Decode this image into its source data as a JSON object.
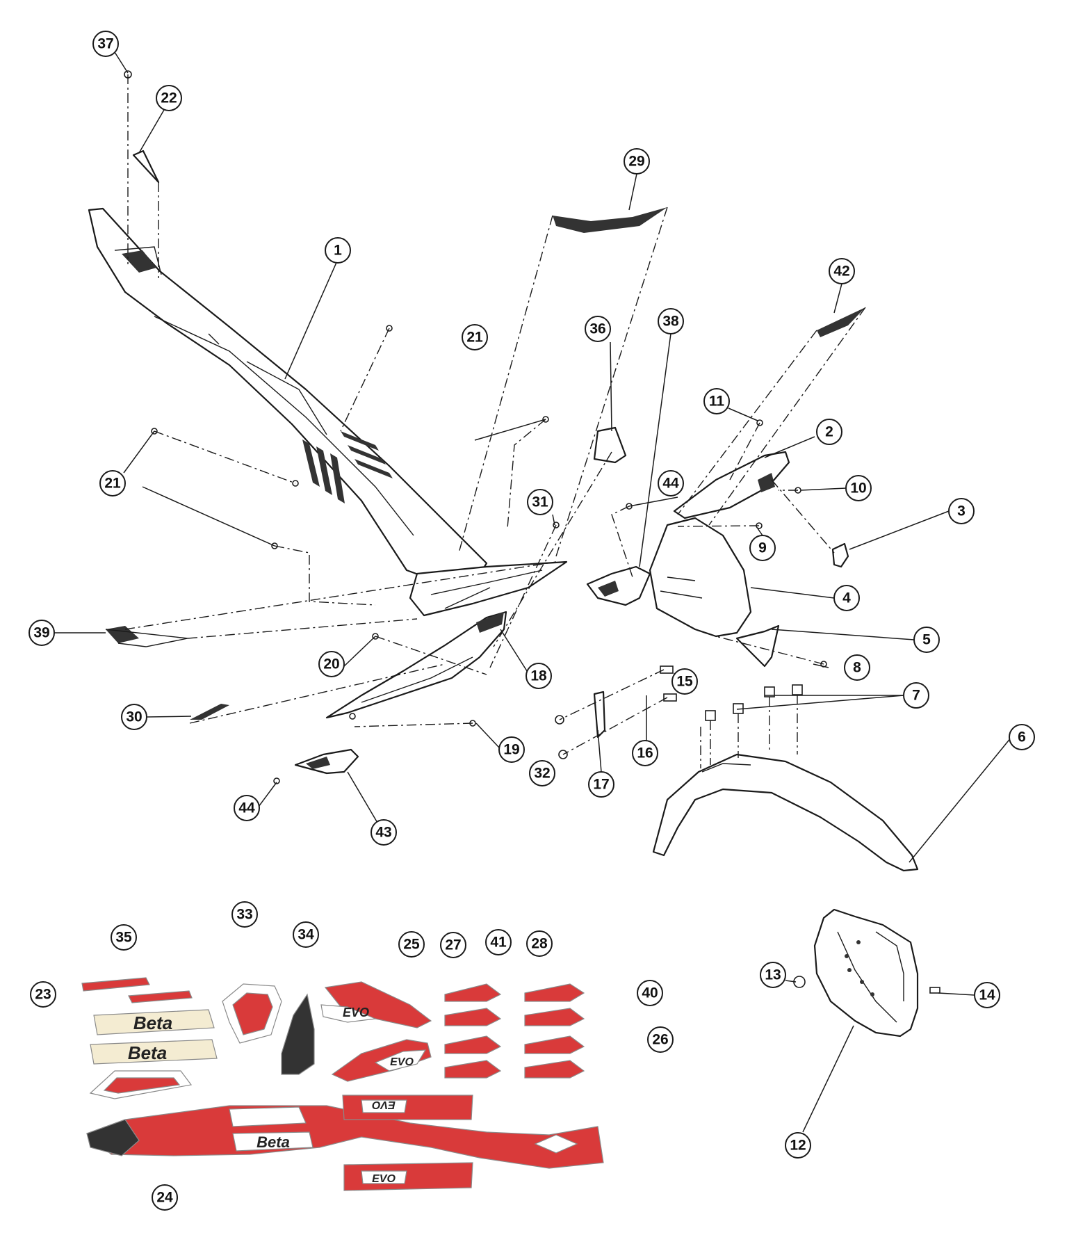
{
  "colors": {
    "decal_red": "#d93a3a",
    "decal_dark": "#333333",
    "decal_cream": "#f4ecd2",
    "line": "#1a1a1a"
  },
  "decal_text": {
    "beta": "Beta",
    "evo": "EVO"
  },
  "callouts": [
    {
      "id": "c1",
      "label": "1"
    },
    {
      "id": "c2",
      "label": "2"
    },
    {
      "id": "c3",
      "label": "3"
    },
    {
      "id": "c4",
      "label": "4"
    },
    {
      "id": "c5",
      "label": "5"
    },
    {
      "id": "c6",
      "label": "6"
    },
    {
      "id": "c7",
      "label": "7"
    },
    {
      "id": "c8",
      "label": "8"
    },
    {
      "id": "c9",
      "label": "9"
    },
    {
      "id": "c10",
      "label": "10"
    },
    {
      "id": "c11",
      "label": "11"
    },
    {
      "id": "c12",
      "label": "12"
    },
    {
      "id": "c13",
      "label": "13"
    },
    {
      "id": "c14",
      "label": "14"
    },
    {
      "id": "c15",
      "label": "15"
    },
    {
      "id": "c16",
      "label": "16"
    },
    {
      "id": "c17",
      "label": "17"
    },
    {
      "id": "c18",
      "label": "18"
    },
    {
      "id": "c19",
      "label": "19"
    },
    {
      "id": "c20",
      "label": "20"
    },
    {
      "id": "c21a",
      "label": "21"
    },
    {
      "id": "c21b",
      "label": "21"
    },
    {
      "id": "c22",
      "label": "22"
    },
    {
      "id": "c23",
      "label": "23"
    },
    {
      "id": "c24",
      "label": "24"
    },
    {
      "id": "c25",
      "label": "25"
    },
    {
      "id": "c26",
      "label": "26"
    },
    {
      "id": "c27",
      "label": "27"
    },
    {
      "id": "c28",
      "label": "28"
    },
    {
      "id": "c29",
      "label": "29"
    },
    {
      "id": "c30",
      "label": "30"
    },
    {
      "id": "c31",
      "label": "31"
    },
    {
      "id": "c32",
      "label": "32"
    },
    {
      "id": "c33",
      "label": "33"
    },
    {
      "id": "c34",
      "label": "34"
    },
    {
      "id": "c35",
      "label": "35"
    },
    {
      "id": "c36",
      "label": "36"
    },
    {
      "id": "c37",
      "label": "37"
    },
    {
      "id": "c38",
      "label": "38"
    },
    {
      "id": "c39",
      "label": "39"
    },
    {
      "id": "c40",
      "label": "40"
    },
    {
      "id": "c41",
      "label": "41"
    },
    {
      "id": "c42",
      "label": "42"
    },
    {
      "id": "c43",
      "label": "43"
    },
    {
      "id": "c44a",
      "label": "44"
    },
    {
      "id": "c44b",
      "label": "44"
    }
  ]
}
